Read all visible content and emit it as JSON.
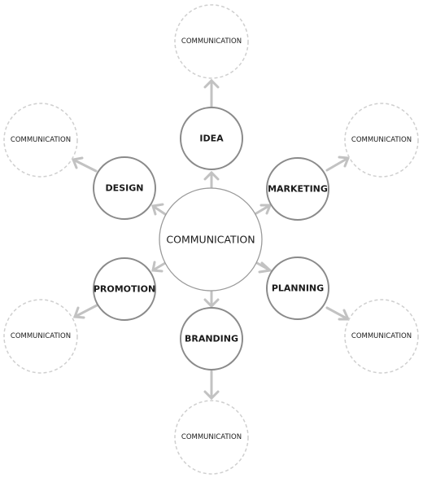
{
  "center": {
    "label": "COMMUNICATION"
  },
  "nodes": [
    {
      "id": "idea",
      "label": "IDEA",
      "outer_label": "COMMUNICATION"
    },
    {
      "id": "marketing",
      "label": "MARKETING",
      "outer_label": "COMMUNICATION"
    },
    {
      "id": "planning",
      "label": "PLANNING",
      "outer_label": "COMMUNICATION"
    },
    {
      "id": "branding",
      "label": "BRANDING",
      "outer_label": "COMMUNICATION"
    },
    {
      "id": "promotion",
      "label": "PROMOTION",
      "outer_label": "COMMUNICATION"
    },
    {
      "id": "design",
      "label": "DESIGN",
      "outer_label": "COMMUNICATION"
    }
  ],
  "colors": {
    "arrow": "#c2c2c2",
    "node_stroke": "#8a8a8a",
    "center_stroke": "#9a9a9a",
    "outer_stroke": "#cfcfcf",
    "text": "#1a1a1a"
  }
}
